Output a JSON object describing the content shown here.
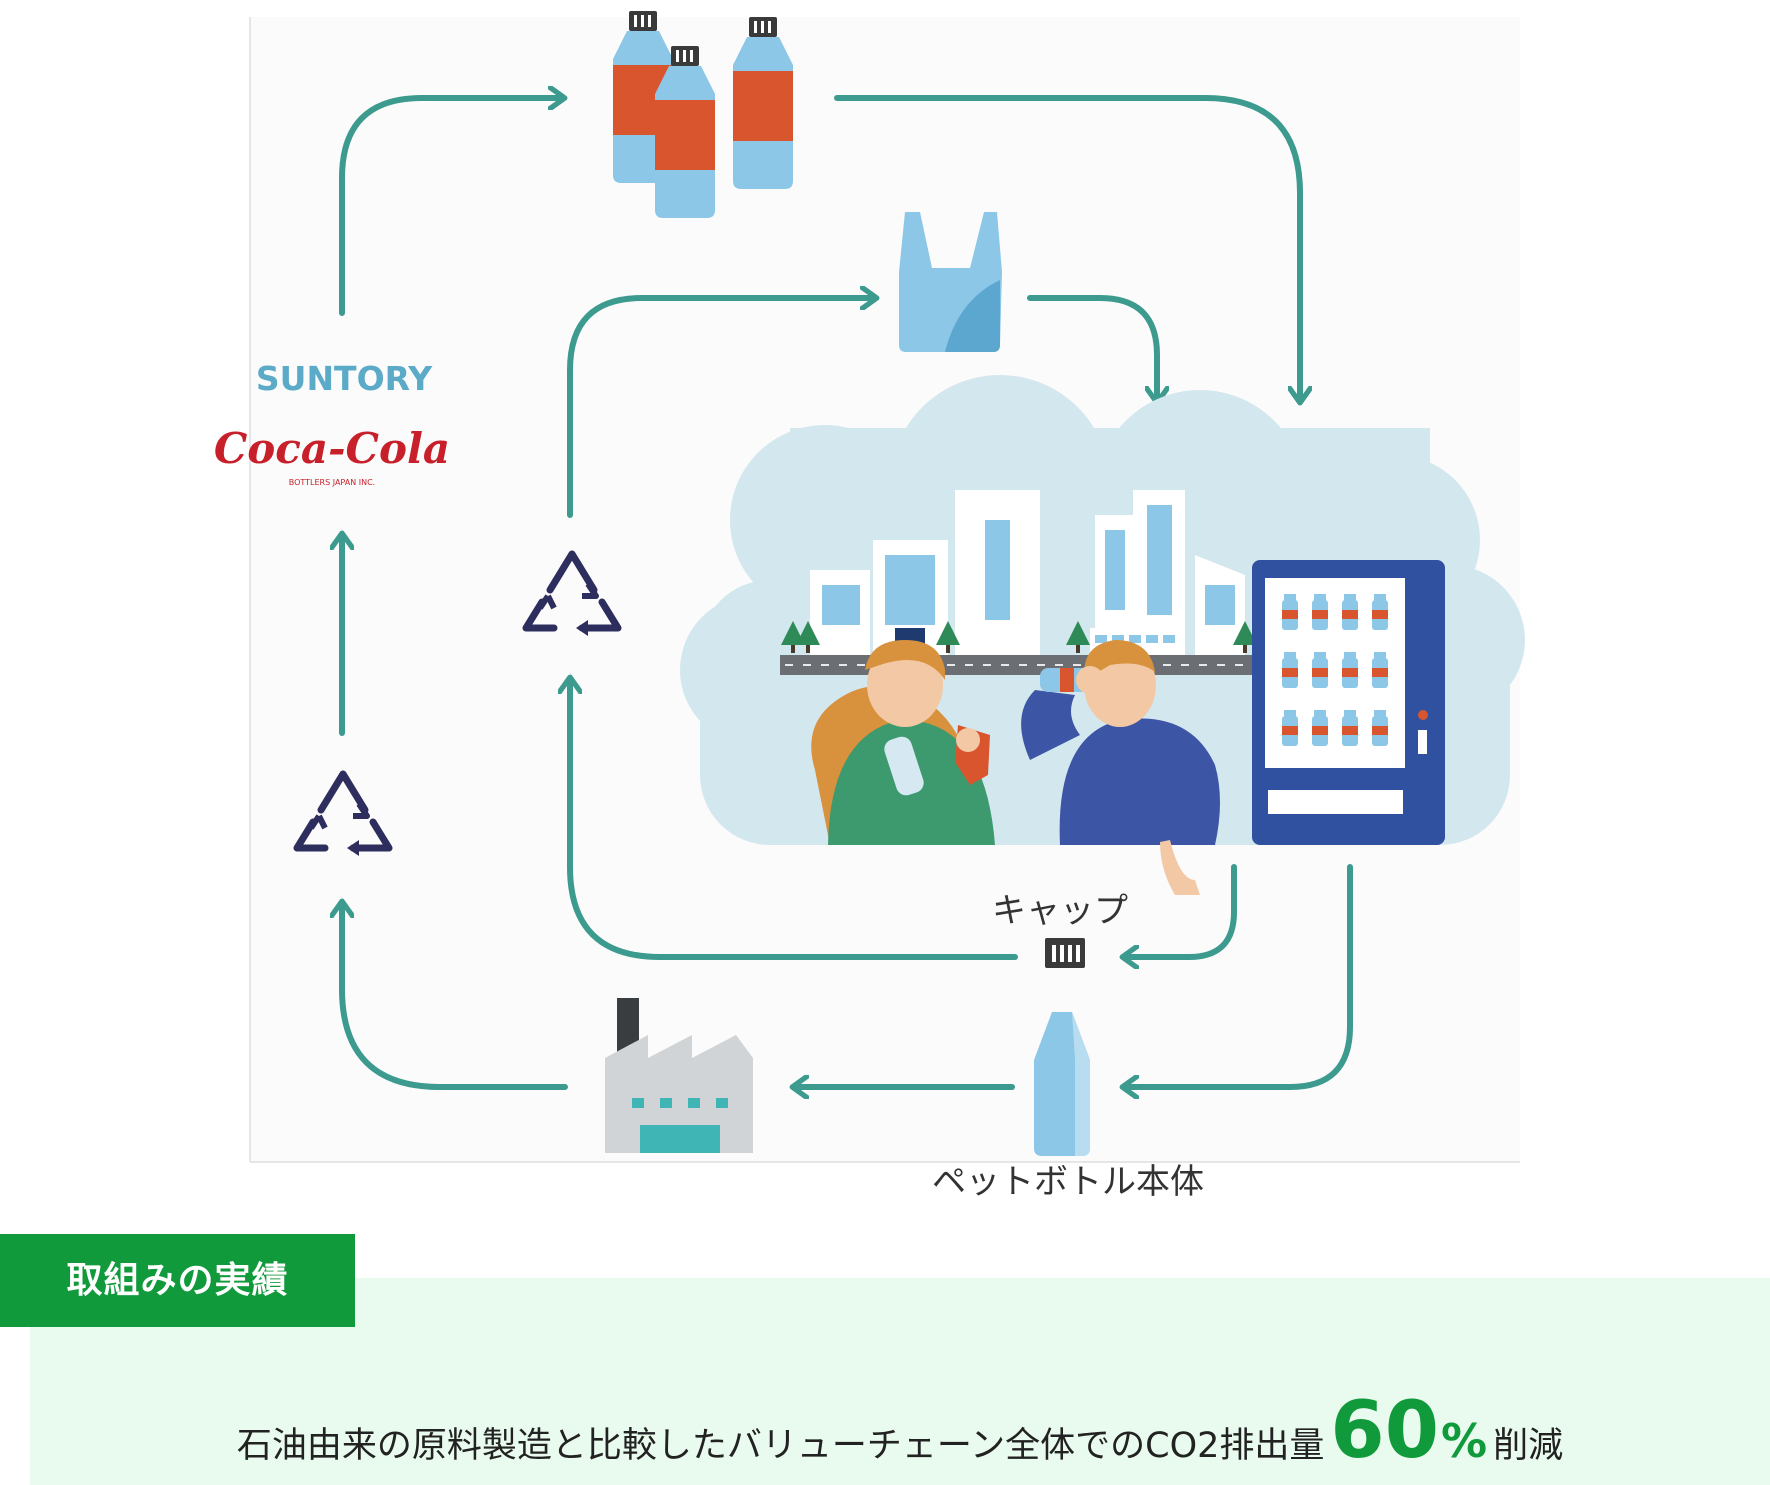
{
  "diagram": {
    "brands": {
      "suntory": "SUNTORY",
      "coca_cola": "Coca-Cola",
      "coca_cola_sub": "BOTTLERS JAPAN INC."
    },
    "labels": {
      "cap": "キャップ",
      "bottle_body": "ペットボトル本体"
    },
    "colors": {
      "arrow": "#3c9a8e",
      "recycle": "#2d2d5e",
      "bottle_label": "#d9552e",
      "bottle": "#8cc7e8",
      "cloud": "#d3e7ee",
      "vending_machine": "#3050a0",
      "woman_shirt": "#3c9a6e",
      "man_shirt": "#3d55a5",
      "factory": "#d0d4d6",
      "factory_band": "#3fb5b5"
    }
  },
  "result": {
    "tag": "取組みの実績",
    "text_before": "石油由来の原料製造と比較したバリューチェーン全体でのCO2排出量",
    "value": "60",
    "unit": "%",
    "text_after": "削減"
  }
}
